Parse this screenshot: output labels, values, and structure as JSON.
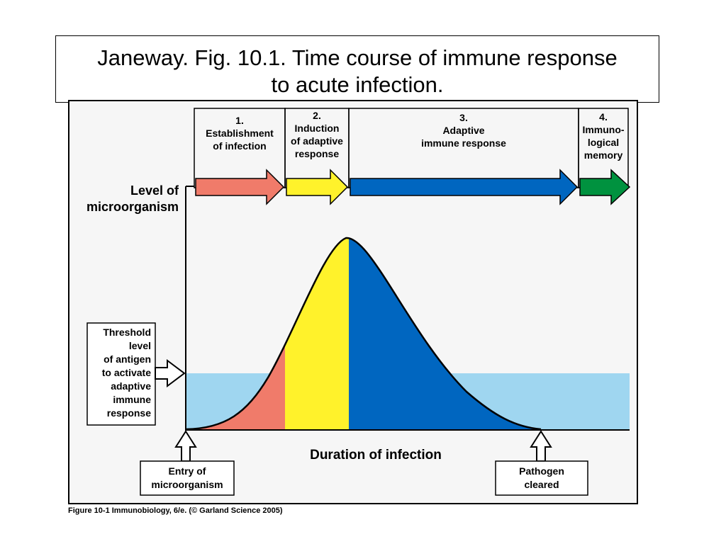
{
  "slide": {
    "title_line1": "Janeway. Fig. 10.1. Time course of immune response",
    "title_line2": "to acute infection."
  },
  "figure": {
    "caption": "Figure 10-1  Immunobiology, 6/e. (© Garland Science 2005)",
    "y_axis_label": [
      "Level of",
      "microorganism"
    ],
    "x_axis_label": "Duration of  infection",
    "phases": [
      {
        "number": "1.",
        "label": [
          "Establishment",
          "of infection"
        ],
        "color": "#f07b6a"
      },
      {
        "number": "2.",
        "label": [
          "Induction",
          "of adaptive",
          "response"
        ],
        "color": "#fff22b"
      },
      {
        "number": "3.",
        "label": [
          "Adaptive",
          "immune response"
        ],
        "color": "#0066c0"
      },
      {
        "number": "4.",
        "label": [
          "Immuno-",
          "logical",
          "memory"
        ],
        "color": "#00923f"
      }
    ],
    "threshold_label": [
      "Threshold",
      "level",
      "of antigen",
      "to activate",
      "adaptive",
      "immune",
      "response"
    ],
    "entry_label": [
      "Entry of",
      "microorganism"
    ],
    "cleared_label": [
      "Pathogen",
      "cleared"
    ],
    "colors": {
      "threshold_band": "#9fd6f0",
      "background": "#f6f6f6"
    }
  }
}
